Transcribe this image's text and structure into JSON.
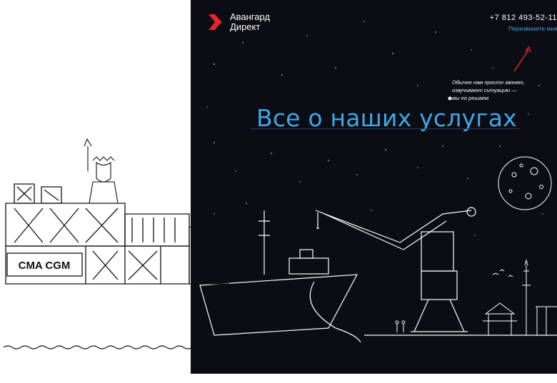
{
  "brand": {
    "name_line1": "Авангард",
    "name_line2": "Директ",
    "logo_color": "#e3262a"
  },
  "header": {
    "phone": "+7 812 493-52-11",
    "callback_label": "Перезвоните мне"
  },
  "note": {
    "line1": "Обычно нам просто звонят,",
    "line2": "озвучивают ситуацию —",
    "line3": "мы ее решаем"
  },
  "hero": {
    "headline": "Все о наших услугах"
  },
  "container": {
    "label": "CMA CGM"
  },
  "colors": {
    "night_background": "#0c0c14",
    "accent_blue": "#3fa7e4",
    "brand_red": "#e3262a"
  }
}
